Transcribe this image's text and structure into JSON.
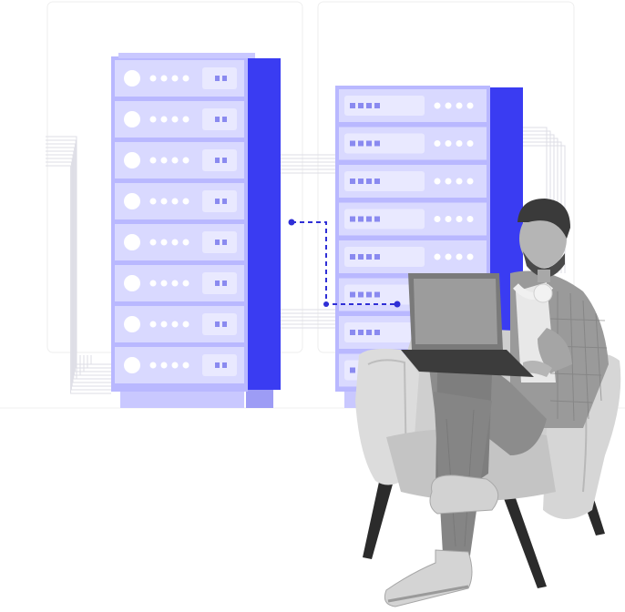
{
  "scene": {
    "description_hidden": "",
    "colors": {
      "accent": "#3a3cf2",
      "rack_light": "#b9b8ff",
      "rack_slot": "#d9d9ff",
      "rack_slot_alt": "#e9e9ff",
      "rack_base": "#c9c8ff",
      "line": "#d9d9e3",
      "dot": "#ffffff",
      "connector": "#2f2fd6"
    },
    "icons": [
      "server-rack-left-icon",
      "server-rack-right-icon",
      "connection-line-icon",
      "person-with-laptop-illustration"
    ],
    "left_rack": {
      "unit_count": 8
    },
    "right_rack": {
      "unit_count": 8
    }
  }
}
